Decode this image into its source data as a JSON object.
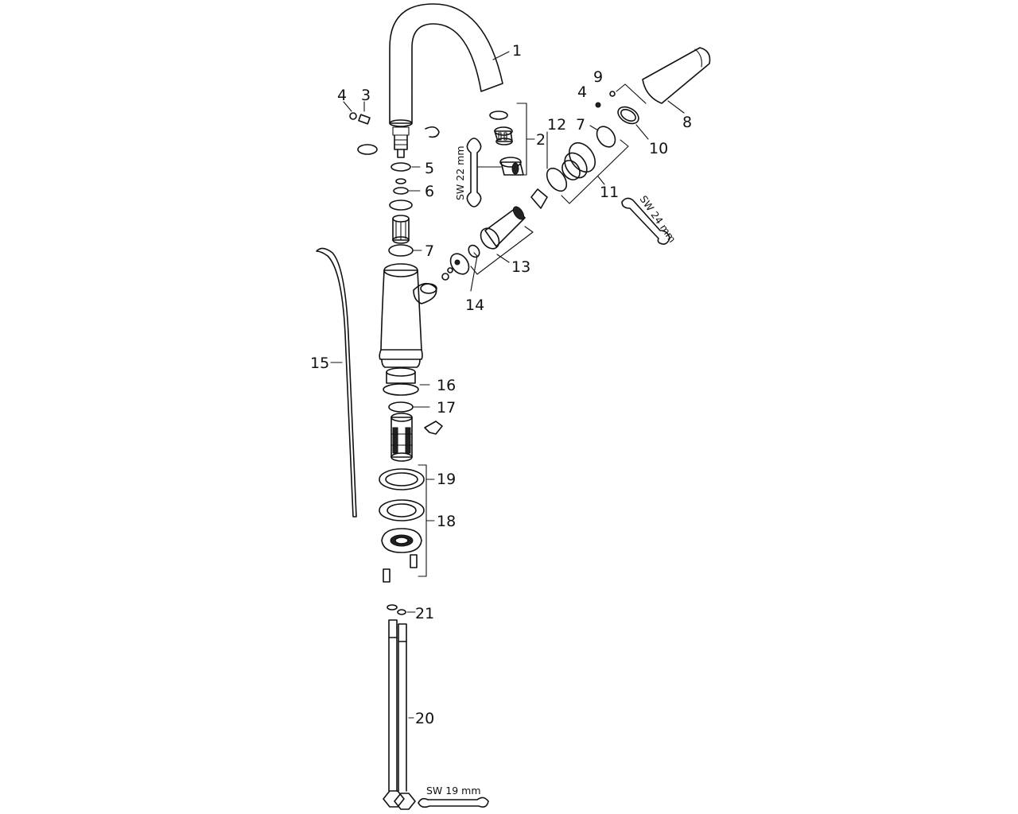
{
  "diagram": {
    "part_labels": [
      "1",
      "2",
      "3",
      "4",
      "4",
      "5",
      "6",
      "7",
      "7",
      "8",
      "9",
      "10",
      "11",
      "12",
      "13",
      "14",
      "15",
      "16",
      "17",
      "18",
      "19",
      "20",
      "21"
    ],
    "wrench_labels": [
      "SW 22 mm",
      "SW 24 mm",
      "SW 19 mm"
    ]
  }
}
